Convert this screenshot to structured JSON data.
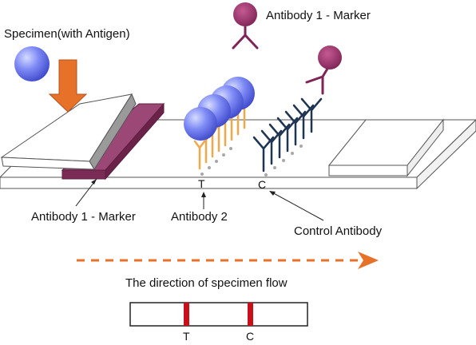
{
  "labels": {
    "specimen": "Specimen(with Antigen)",
    "antibody1_marker_top": "Antibody 1 - Marker",
    "antibody1_marker_bottom": "Antibody 1 - Marker",
    "antibody2": "Antibody 2",
    "control_antibody": "Control Antibody",
    "line_t": "T",
    "line_c": "C",
    "flow_caption": "The direction of specimen flow",
    "strip_t": "T",
    "strip_c": "C"
  },
  "colors": {
    "antigen": "#6e7cf0",
    "arrow_orange": "#e8712a",
    "marker_pad": "#8b3a66",
    "marker_ball": "#a03b72",
    "antibody2": "#f0a84a",
    "control": "#1f3552",
    "result_line": "#c8101b",
    "outline": "#333333"
  }
}
